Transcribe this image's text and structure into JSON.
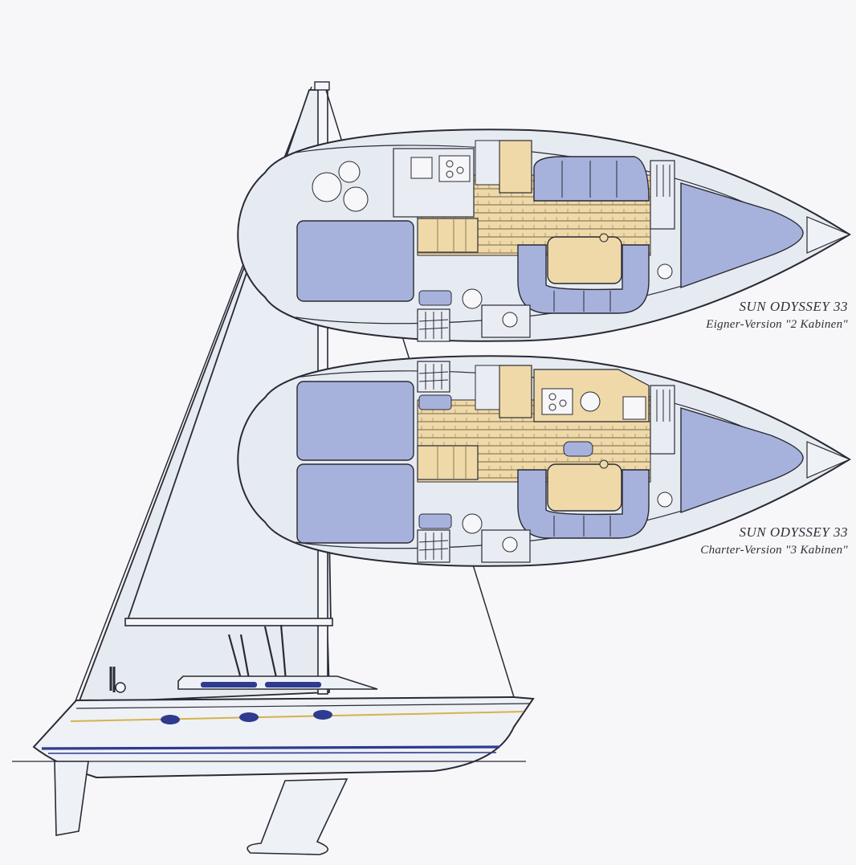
{
  "layouts": [
    {
      "title": "SUN ODYSSEY 33",
      "subtitle": "Eigner-Version \"2 Kabinen\""
    },
    {
      "title": "SUN ODYSSEY 33",
      "subtitle": "Charter-Version \"3 Kabinen\""
    }
  ],
  "colors": {
    "background": "#f7f7f9",
    "hull": "#e6ebf2",
    "line": "#2a2a35",
    "cushion": "#a7b2dc",
    "wood": "#efd9a8",
    "sail": "#e3e8f0",
    "stripe_blue": "#2e3b8f",
    "stripe_gold": "#d6b24a",
    "porthole": "#2e3b8f"
  }
}
